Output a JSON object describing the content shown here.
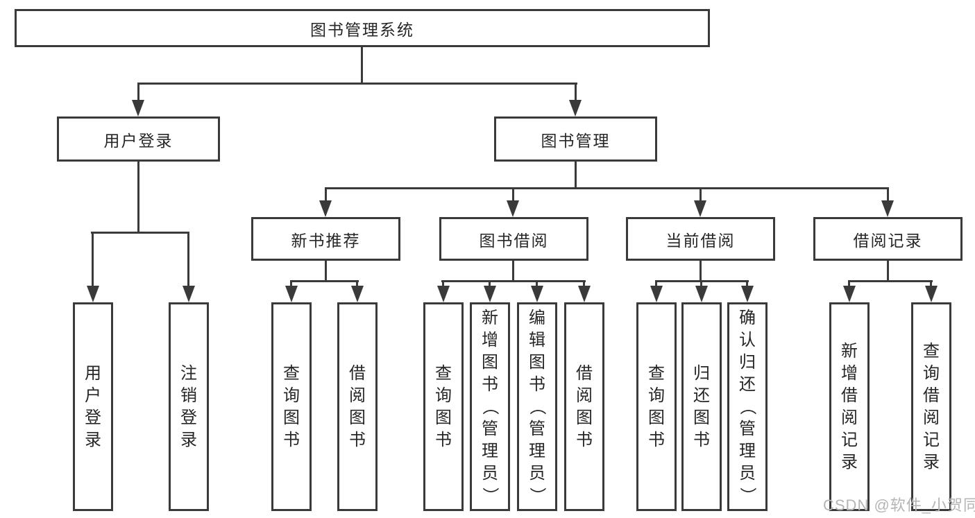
{
  "diagram": {
    "watermark": "CSDN @软件_小贺同学",
    "colors": {
      "line": "#3a3a3a",
      "border": "#3a3a3a",
      "text": "#262626",
      "watermark_text": "#b5b5b5",
      "background": "#ffffff"
    },
    "nodes": {
      "root": {
        "label": "图书管理系统"
      },
      "userLogin": {
        "label": "用户登录"
      },
      "bookMgmt": {
        "label": "图书管理"
      },
      "newBookRec": {
        "label": "新书推荐"
      },
      "bookBorrow": {
        "label": "图书借阅"
      },
      "currentBorrow": {
        "label": "当前借阅"
      },
      "borrowRecords": {
        "label": "借阅记录"
      },
      "leafUserLogin": {
        "label": "用户登录"
      },
      "leafLogout": {
        "label": "注销登录"
      },
      "nbQuery": {
        "label": "查询图书"
      },
      "nbBorrow": {
        "label": "借阅图书"
      },
      "bbQuery": {
        "label": "查询图书"
      },
      "bbAdd": {
        "label": "新增图书（管理员）"
      },
      "bbEdit": {
        "label": "编辑图书（管理员）"
      },
      "bbBorrow": {
        "label": "借阅图书"
      },
      "cbQuery": {
        "label": "查询图书"
      },
      "cbReturn": {
        "label": "归还图书"
      },
      "cbConfirm": {
        "label": "确认归还（管理员）"
      },
      "recAdd": {
        "label": "新增借阅记录"
      },
      "recQuery": {
        "label": "查询借阅记录"
      }
    }
  }
}
